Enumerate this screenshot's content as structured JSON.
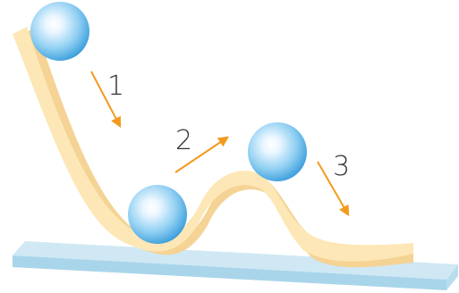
{
  "diagram": {
    "steps": [
      {
        "label": "1"
      },
      {
        "label": "2"
      },
      {
        "label": "3"
      }
    ],
    "colors": {
      "base_top": "#cfe8f4",
      "base_front": "#a9d5ea",
      "track_face": "#fde7b6",
      "track_side": "#f4d394",
      "ball_light": "#eaf6ff",
      "ball_mid": "#8fcff2",
      "ball_dark": "#3d9fdc",
      "arrow": "#f39a1e"
    }
  }
}
